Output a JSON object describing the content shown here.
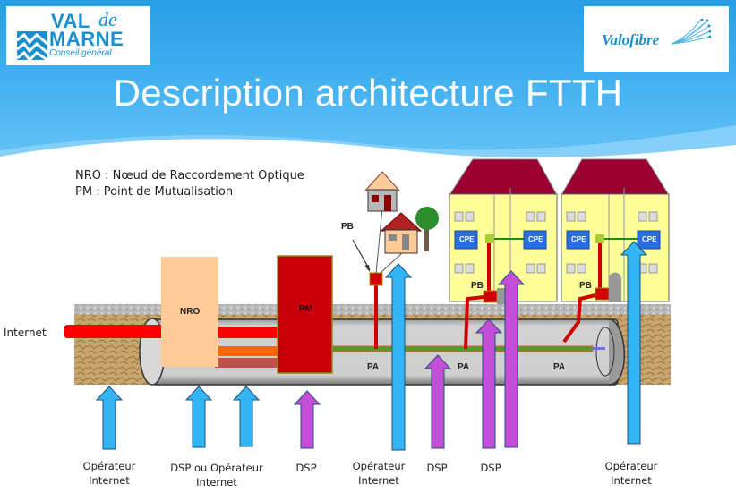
{
  "header": {
    "title": "Description architecture FTTH",
    "logo_left": {
      "line1": "VAL",
      "line1_suffix": "de",
      "line2": "MARNE",
      "line3": "Conseil général"
    },
    "logo_right": {
      "text": "Valofibre"
    }
  },
  "legend": {
    "line1": "NRO : Nœud de Raccordement Optique",
    "line2": "PM : Point de Mutualisation"
  },
  "diagram": {
    "internet_label": "Internet",
    "nro_label": "NRO",
    "pm_label": "PM",
    "pb_label": "PB",
    "pa_label": "PA",
    "cpe_label": "CPE",
    "colors": {
      "operator_arrow": "#33b5f5",
      "dsp_arrow": "#c34fd9",
      "internet_cable": "#ff0000",
      "nro_box": "#ffcc99",
      "pm_box": "#c8000a",
      "roof": "#9b0033",
      "building": "#ffff99",
      "fibre_green": "#4f9d2d"
    },
    "bottom_labels": [
      {
        "line1": "Opérateur",
        "line2": "Internet"
      },
      {
        "line1": "DSP ou Opérateur",
        "line2": "Internet"
      },
      {
        "line1": "DSP",
        "line2": ""
      },
      {
        "line1": "Opérateur",
        "line2": "Internet"
      },
      {
        "line1": "DSP",
        "line2": ""
      },
      {
        "line1": "DSP",
        "line2": ""
      },
      {
        "line1": "Opérateur",
        "line2": "Internet"
      }
    ]
  }
}
